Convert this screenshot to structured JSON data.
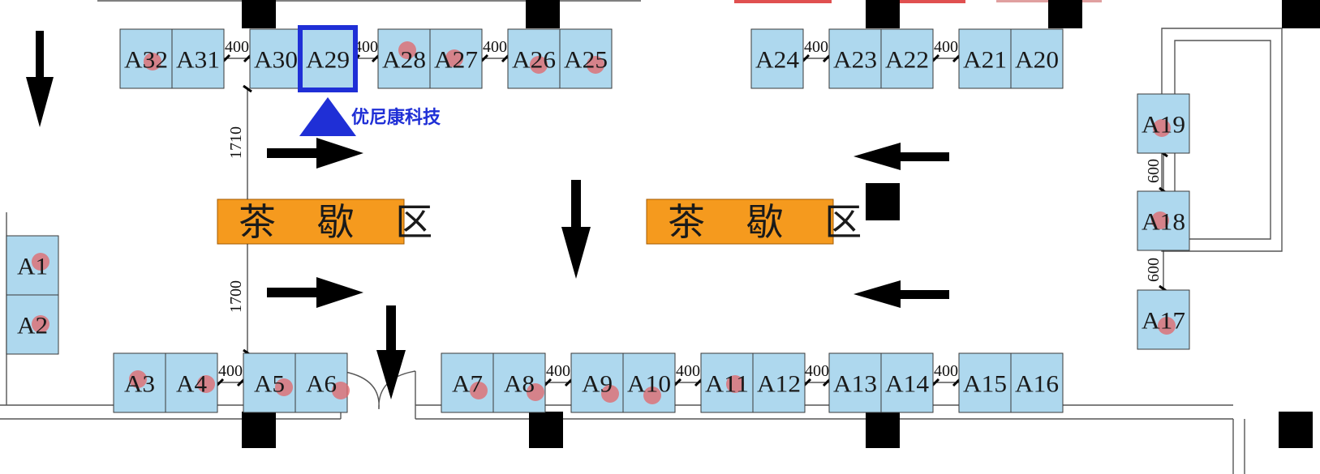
{
  "booths": [
    {
      "id": "A32",
      "dot": true
    },
    {
      "id": "A31",
      "dot": false
    },
    {
      "id": "A30",
      "dot": false
    },
    {
      "id": "A29",
      "dot": false,
      "highlight": true
    },
    {
      "id": "A28",
      "dot": true
    },
    {
      "id": "A27",
      "dot": true
    },
    {
      "id": "A26",
      "dot": true
    },
    {
      "id": "A25",
      "dot": true
    },
    {
      "id": "A24",
      "dot": false
    },
    {
      "id": "A23",
      "dot": false
    },
    {
      "id": "A22",
      "dot": false
    },
    {
      "id": "A21",
      "dot": false
    },
    {
      "id": "A20",
      "dot": false
    },
    {
      "id": "A19",
      "dot": true
    },
    {
      "id": "A18",
      "dot": true
    },
    {
      "id": "A17",
      "dot": true
    },
    {
      "id": "A1",
      "dot": true
    },
    {
      "id": "A2",
      "dot": true
    },
    {
      "id": "A3",
      "dot": true
    },
    {
      "id": "A4",
      "dot": true
    },
    {
      "id": "A5",
      "dot": true
    },
    {
      "id": "A6",
      "dot": true
    },
    {
      "id": "A7",
      "dot": true
    },
    {
      "id": "A8",
      "dot": true
    },
    {
      "id": "A9",
      "dot": true
    },
    {
      "id": "A10",
      "dot": true
    },
    {
      "id": "A11",
      "dot": true
    },
    {
      "id": "A12",
      "dot": false
    },
    {
      "id": "A13",
      "dot": false
    },
    {
      "id": "A14",
      "dot": false
    },
    {
      "id": "A15",
      "dot": false
    },
    {
      "id": "A16",
      "dot": false
    }
  ],
  "dimensions": {
    "top": [
      "400",
      "400",
      "400",
      "400",
      "400"
    ],
    "bottom": [
      "400",
      "400",
      "400",
      "400",
      "400"
    ],
    "vertical_left": [
      "1710",
      "1700"
    ],
    "vertical_right": [
      "600",
      "600"
    ]
  },
  "tea_zones": [
    "茶 歇 区",
    "茶 歇 区"
  ],
  "marker": {
    "label": "优尼康科技",
    "booth": "A29",
    "color": "#1f2fd6"
  },
  "colors": {
    "booth": "#aed8ee",
    "tea": "#f59a1e",
    "dot": "#e0696e",
    "highlight": "#1f2fd6"
  }
}
